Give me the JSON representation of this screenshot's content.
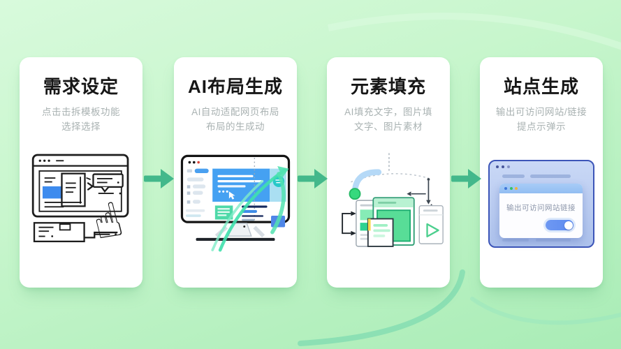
{
  "steps": [
    {
      "id": "requirement-setting",
      "title": "需求设定",
      "desc1": "点击击拆模板功能",
      "desc2": "选择选择"
    },
    {
      "id": "ai-layout-generation",
      "title": "AI布局生成",
      "desc1": "AI自动适配网页布局",
      "desc2": "布局的生成动"
    },
    {
      "id": "element-filling",
      "title": "元素填充",
      "desc1": "AI填充文字，图片填",
      "desc2": "文字、图片素材"
    },
    {
      "id": "site-generation",
      "title": "站点生成",
      "desc1": "输出可访问网站/链接",
      "desc2": "提点示弹示"
    }
  ],
  "site_preview": {
    "modal_text": "输出可访问网站链接",
    "toggle_state": "on"
  },
  "icons": {
    "hand_pointer": "☝",
    "arrow_right": "→",
    "play": "▷"
  },
  "colors": {
    "accent_green": "#43b88b",
    "title_color": "#161616",
    "desc_color": "#a9b2b2",
    "blue": "#3d8bee",
    "teal": "#2ec4b6",
    "browser_border": "#3c55b8",
    "browser_fill": "#b9cbf0",
    "toggle_blue": "#5d8bf0"
  }
}
